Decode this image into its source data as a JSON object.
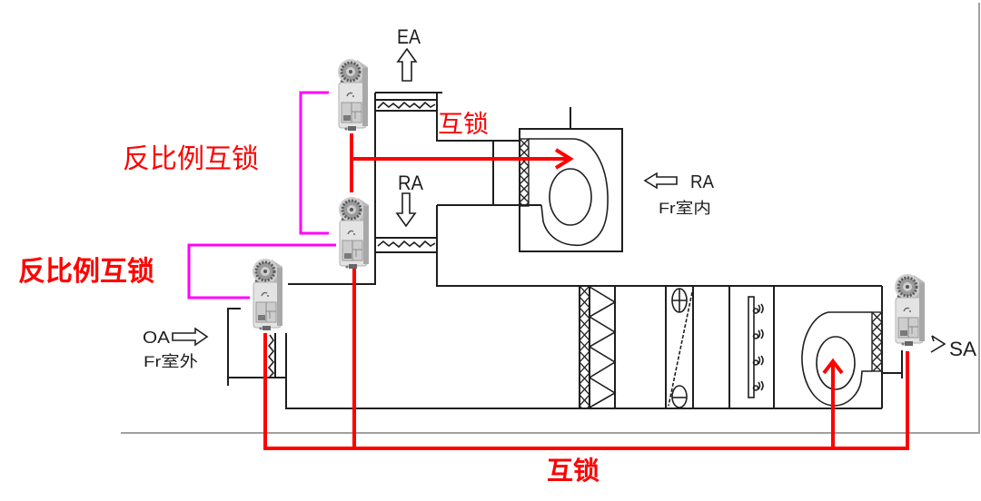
{
  "diagram": {
    "air_labels": {
      "exhaust_air": "EA",
      "return_air_branch": "RA",
      "return_air_inlet": "RA",
      "return_air_source": "Fr室内",
      "outdoor_air": "OA",
      "outdoor_air_source": "Fr室外",
      "supply_air": "SA"
    },
    "annotations": {
      "interlock_exhaust_to_return_fan": "互锁",
      "inverse_interlock_ea_ra": "反比例互锁",
      "inverse_interlock_ra_oa": "反比例互锁",
      "interlock_oa_ra_sa_to_supply_fan": "互锁"
    }
  },
  "colors": {
    "interlock_line": "#ff0000",
    "inverse_interlock_line": "#ff00ff",
    "annotation_text": "#ff0000",
    "equipment_line": "#1e1e1e",
    "label_text": "#1e1e1e",
    "frame_line": "#a0a0a0"
  }
}
